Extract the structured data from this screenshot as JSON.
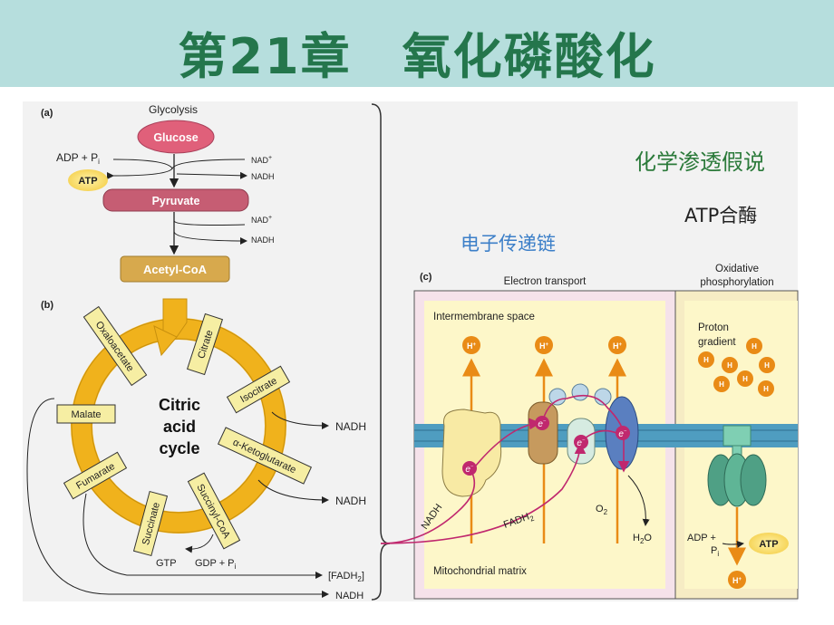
{
  "title": "第21章　氧化磷酸化",
  "callouts": {
    "chemiosmotic": "化学渗透假说",
    "atp_synthase": "ATP合酶",
    "electron_chain": "电子传递链"
  },
  "panel_a": {
    "label": "(a)",
    "header": "Glycolysis",
    "glucose": "Glucose",
    "pyruvate": "Pyruvate",
    "acetyl_coa": "Acetyl-CoA",
    "adp_pi": "ADP + P",
    "pi_sub": "i",
    "atp": "ATP",
    "nad1": "NAD",
    "nadh1": "NADH",
    "nad2": "NAD",
    "nadh2": "NADH",
    "plus": "+"
  },
  "panel_b": {
    "label": "(b)",
    "center": [
      "Citric",
      "acid",
      "cycle"
    ],
    "intermediates": [
      "Citrate",
      "Isocitrate",
      "α-Ketoglutarate",
      "Succinyl-CoA",
      "Succinate",
      "Fumarate",
      "Malate",
      "Oxaloacetate"
    ],
    "nadh_a": "NADH",
    "nadh_b": "NADH",
    "gtp": "GTP",
    "gdp_pi": "GDP + P",
    "pi_sub": "i",
    "fadh2": "[FADH",
    "fadh2_sub": "2",
    "fadh2_end": "]",
    "nadh_bottom": "NADH"
  },
  "panel_c": {
    "label": "(c)",
    "electron_transport": "Electron transport",
    "oxphos": [
      "Oxidative",
      "phosphorylation"
    ],
    "intermembrane": "Intermembrane space",
    "matrix": "Mitochondrial matrix",
    "proton_gradient": [
      "Proton",
      "gradient"
    ],
    "h_plus": "H",
    "electron": "e",
    "nadh": "NADH",
    "fadh2": "FADH",
    "fadh2_sub": "2",
    "o2": "O",
    "o2_sub": "2",
    "h2o": "H",
    "h2o_sub": "2",
    "h2o_end": "O",
    "adp": "ADP +",
    "pi": "P",
    "pi_sub": "i",
    "atp": "ATP"
  },
  "colors": {
    "title_bg": "#b6dedd",
    "title_text": "#24764c",
    "glucose": "#e0607a",
    "pyruvate": "#c65d73",
    "acetyl": "#d7a94d",
    "cycle": "#f0b21c",
    "membrane": "#4f9dc0",
    "magenta": "#c0286e",
    "proton": "#e98b16",
    "atp_glow": "#f6d55a"
  }
}
